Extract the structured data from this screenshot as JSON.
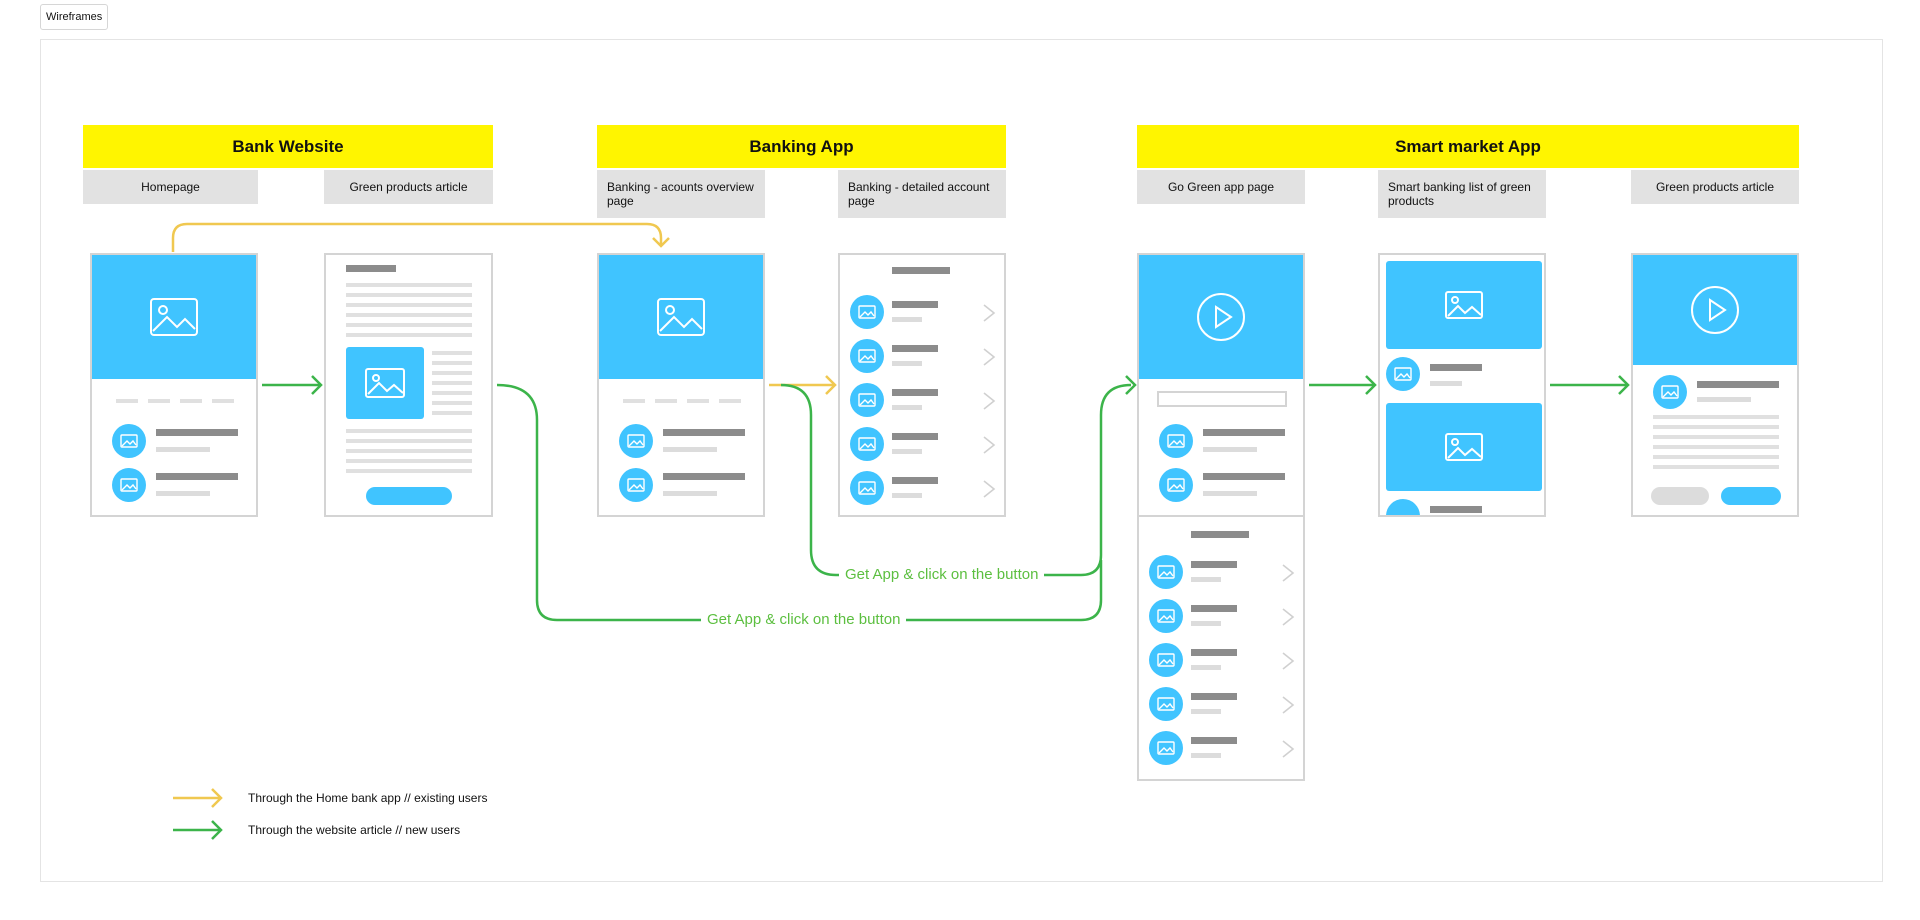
{
  "frame": {
    "tab_label": "Wireframes"
  },
  "groups": {
    "bank_website": "Bank Website",
    "banking_app": "Banking App",
    "smart_market_app": "Smart market App"
  },
  "screens": {
    "homepage": "Homepage",
    "green_products_article_1": "Green products article",
    "accounts_overview": "Banking - acounts overview page",
    "detailed_account": "Banking - detailed account page",
    "go_green": "Go Green app page",
    "smart_banking_list": "Smart banking  list of green products",
    "green_products_article_2": "Green products article"
  },
  "flow_labels": {
    "upper": "Get App & click on the button",
    "lower": "Get App & click on the button"
  },
  "legend": {
    "yellow": "Through the Home bank app // existing users",
    "green": "Through the website article // new users"
  },
  "colors": {
    "header_yellow": "#fff500",
    "label_gray": "#e2e2e2",
    "placeholder_blue": "#40c4ff",
    "flow_yellow": "#f0c850",
    "flow_green": "#3cb44a",
    "flow_label_green": "#5cbf40"
  },
  "icons": [
    "image-icon",
    "play-icon",
    "chevron-right-icon",
    "arrow-right-icon"
  ]
}
